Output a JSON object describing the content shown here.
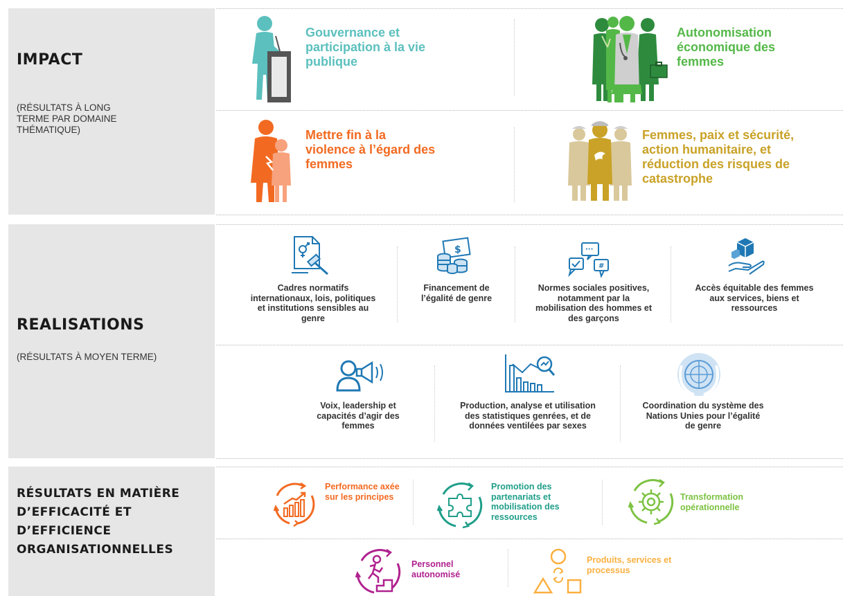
{
  "impact": {
    "title": "IMPACT",
    "subtitle": "(RÉSULTATS À LONG TERME PAR DOMAINE THÉMATIQUE)",
    "themes": [
      {
        "label": "Gouvernance et participation à la vie publique",
        "color": "#5bc0be",
        "icon": "podium-speaker-icon"
      },
      {
        "label": "Autonomisation économique des femmes",
        "color": "#54b848",
        "icon": "working-women-icon"
      },
      {
        "label": "Mettre fin à la violence à l’égard des femmes",
        "color": "#f26a21",
        "icon": "mother-child-icon"
      },
      {
        "label": "Femmes, paix et sécurité, action humanitaire, et réduction des risques de catastrophe",
        "color": "#c9a227",
        "icon": "peacekeepers-icon"
      }
    ]
  },
  "realisations": {
    "title": "REALISATIONS",
    "subtitle": "(RÉSULTATS À MOYEN TERME)",
    "items": [
      {
        "label": "Cadres normatifs internationaux, lois, politiques et institutions sensibles au genre",
        "icon": "gavel-document-icon"
      },
      {
        "label": "Financement de l’égalité de genre",
        "icon": "coins-money-icon"
      },
      {
        "label": "Normes sociales positives, notamment par la mobilisation des hommes et des garçons",
        "icon": "chat-bubbles-icon"
      },
      {
        "label": "Accès équitable des femmes aux services, biens et ressources",
        "icon": "hand-boxes-icon"
      },
      {
        "label": "Voix, leadership et capacités d’agir des femmes",
        "icon": "person-megaphone-icon"
      },
      {
        "label": "Production, analyse et utilisation des statistiques genrées, et de données ventilées par sexes",
        "icon": "statistics-chart-icon"
      },
      {
        "label": "Coordination du système des Nations Unies pour l’égalité de genre",
        "icon": "un-emblem-icon"
      }
    ]
  },
  "oee": {
    "title": "RÉSULTATS EN MATIÈRE D’EFFICACITÉ ET D’EFFICIENCE ORGANISATIONNELLES",
    "items": [
      {
        "label": "Performance axée sur les principes",
        "color": "#f26a21",
        "icon": "growth-chart-cycle-icon"
      },
      {
        "label": "Promotion des partenariats et mobilisation des ressources",
        "color": "#1f9e89",
        "icon": "puzzle-cycle-icon"
      },
      {
        "label": "Transformation opérationnelle",
        "color": "#7dc242",
        "icon": "gear-cycle-icon"
      },
      {
        "label": "Personnel autonomisé",
        "color": "#b0218f",
        "icon": "person-stairs-cycle-icon"
      },
      {
        "label": "Produits, services et processus",
        "color": "#fbb040",
        "icon": "shapes-cycle-icon"
      }
    ]
  }
}
